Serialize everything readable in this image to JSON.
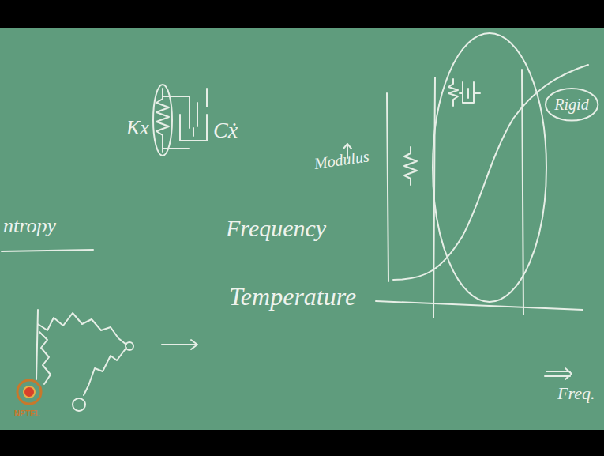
{
  "diagram": {
    "nodes": [
      {
        "text": [
          "Rigid"
        ]
      }
    ],
    "labels": [
      "Kx",
      "Cẋ",
      "Modulus",
      "ntropy",
      "Frequency",
      "Temperature",
      "Freq.",
      "NPTEL"
    ]
  }
}
